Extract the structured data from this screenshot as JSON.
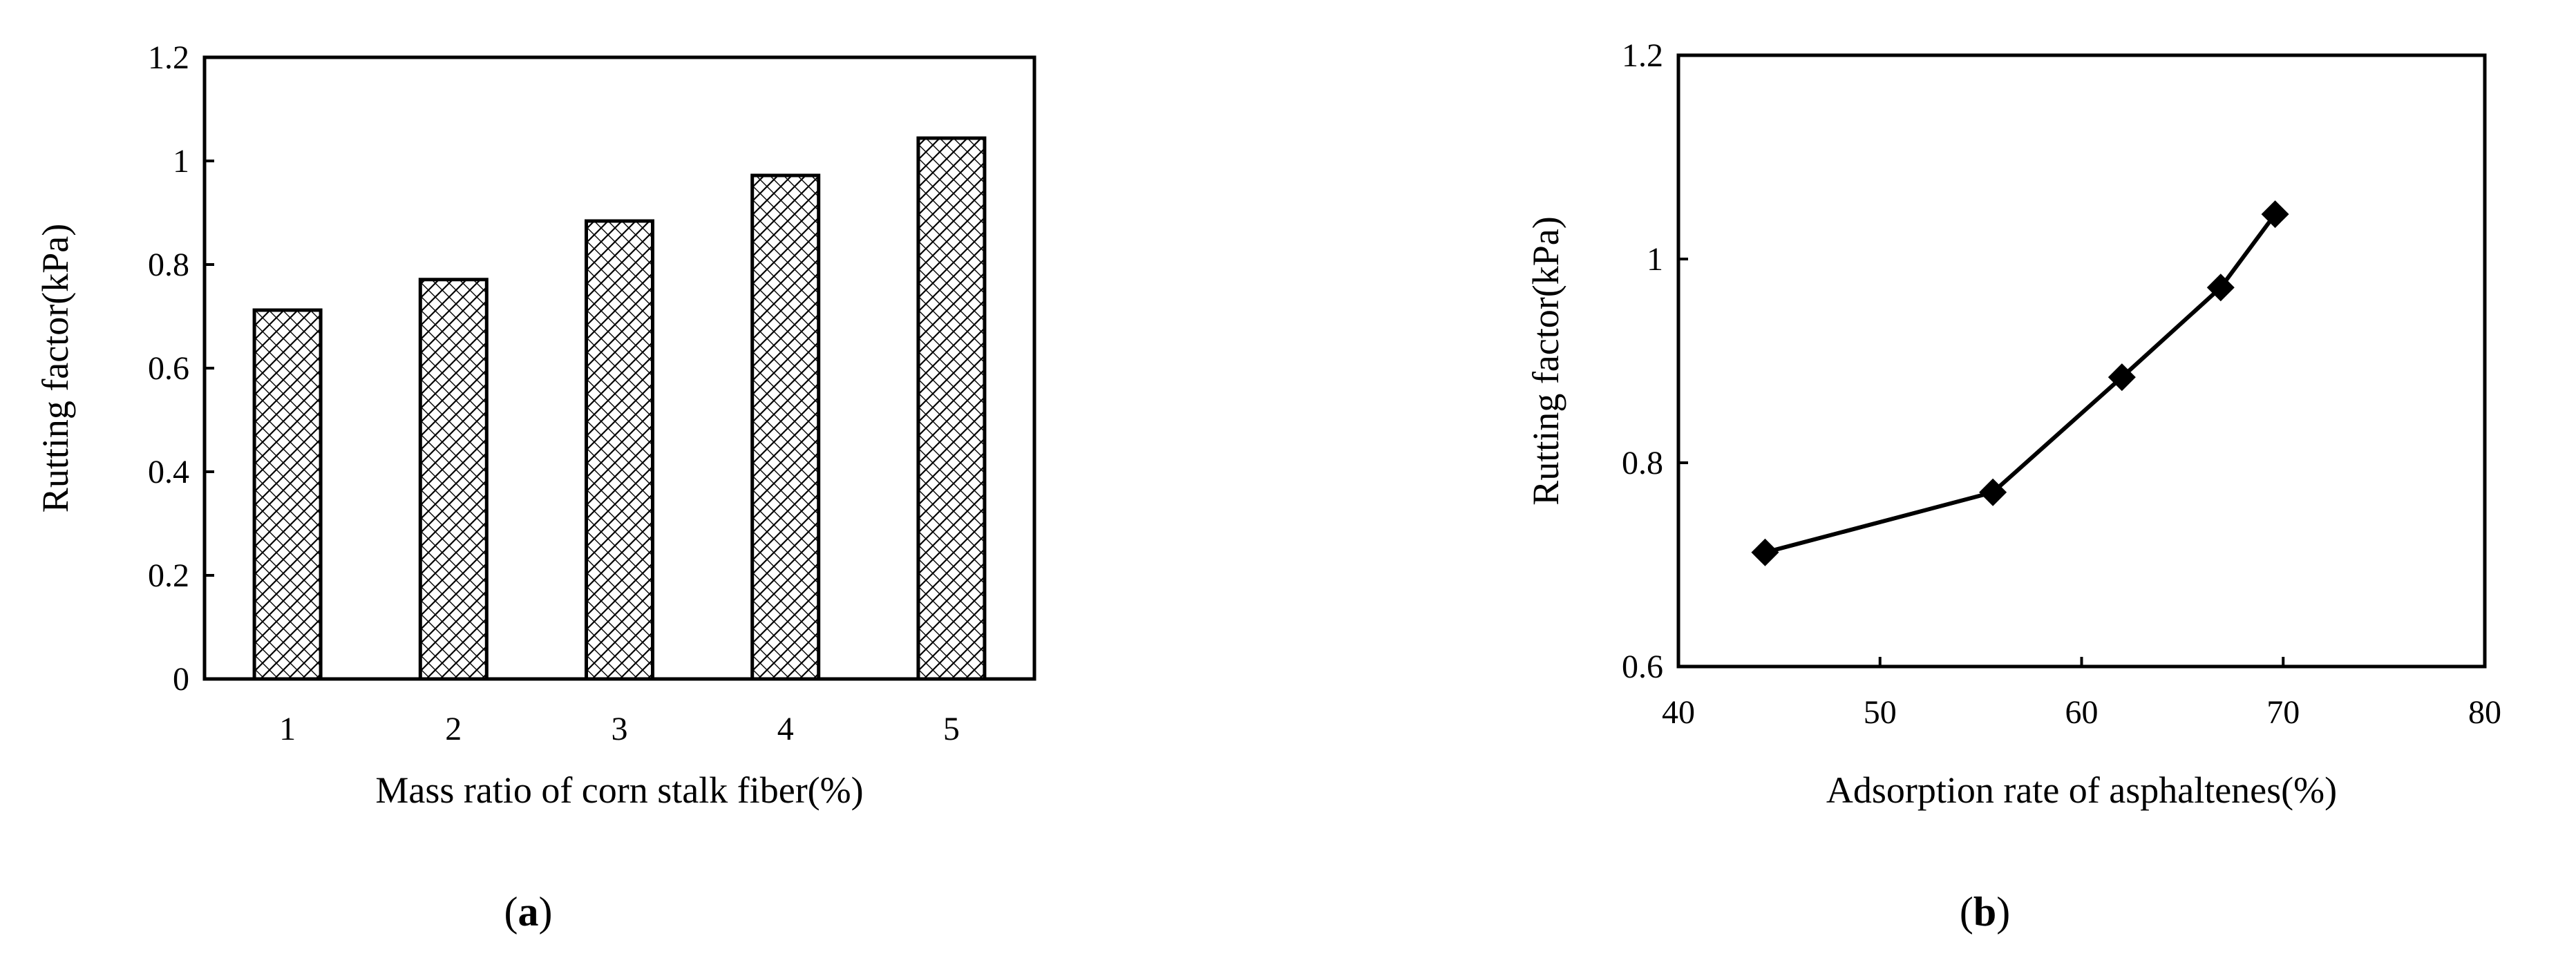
{
  "chart_data": [
    {
      "type": "bar",
      "panel": "(a)",
      "panel_letter": "a",
      "categories": [
        "1",
        "2",
        "3",
        "4",
        "5"
      ],
      "values": [
        0.712,
        0.771,
        0.884,
        0.972,
        1.044
      ],
      "xlabel": "Mass ratio of corn stalk fiber(%)",
      "ylabel": "Rutting factor(kPa)",
      "ylim": [
        0,
        1.2
      ],
      "yticks": [
        "0",
        "0.2",
        "0.4",
        "0.6",
        "0.8",
        "1",
        "1.2"
      ],
      "bar_fill": "crosshatch",
      "grid": false
    },
    {
      "type": "line",
      "panel": "(b)",
      "panel_letter": "b",
      "x": [
        44.3,
        55.6,
        62.0,
        66.9,
        69.6
      ],
      "y": [
        0.712,
        0.771,
        0.884,
        0.972,
        1.044
      ],
      "xlabel": "Adsorption rate of asphaltenes(%)",
      "ylabel": "Rutting factor(kPa)",
      "xlim": [
        40,
        80
      ],
      "ylim": [
        0.6,
        1.2
      ],
      "xticks": [
        "40",
        "50",
        "60",
        "70",
        "80"
      ],
      "yticks": [
        "0.6",
        "0.8",
        "1",
        "1.2"
      ],
      "marker": "diamond",
      "grid": false
    }
  ],
  "colors": {
    "ink": "#000000",
    "background": "#ffffff"
  }
}
